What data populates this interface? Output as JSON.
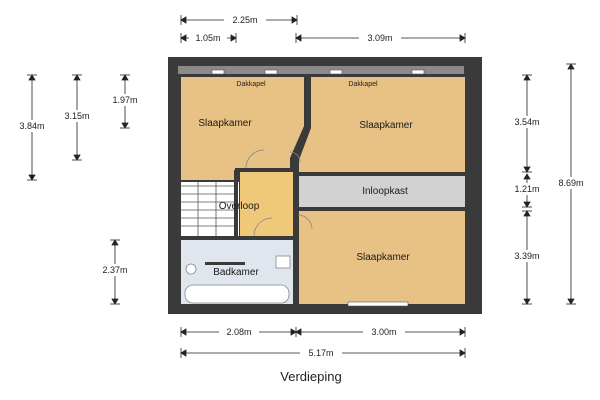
{
  "floor_title": "Verdieping",
  "rooms": {
    "bedroom_top_left": "Slaapkamer",
    "bedroom_top_right": "Slaapkamer",
    "walk_in_closet": "Inloopkast",
    "bedroom_bottom": "Slaapkamer",
    "landing": "Overloop",
    "bathroom": "Badkamer"
  },
  "dormers": {
    "left": "Dakkapel",
    "right": "Dakkapel"
  },
  "dimensions": {
    "top_overall": "2.25m",
    "top_left": "1.05m",
    "top_right": "3.09m",
    "left_outer": "3.84m",
    "left_middle": "3.15m",
    "left_inner": "1.97m",
    "left_bottom": "2.37m",
    "right_top": "3.54m",
    "right_middle": "1.21m",
    "right_bottom": "3.39m",
    "right_overall": "8.69m",
    "bottom_left": "2.08m",
    "bottom_right": "3.00m",
    "bottom_overall": "5.17m"
  },
  "colors": {
    "wall": "#3a3a3a",
    "bedroom_floor": "#e8c184",
    "landing_floor": "#f0c87a",
    "closet_floor": "#d2d2d2",
    "bathroom_floor": "#dfe6ee",
    "dormer_band": "#8a8a8a"
  }
}
